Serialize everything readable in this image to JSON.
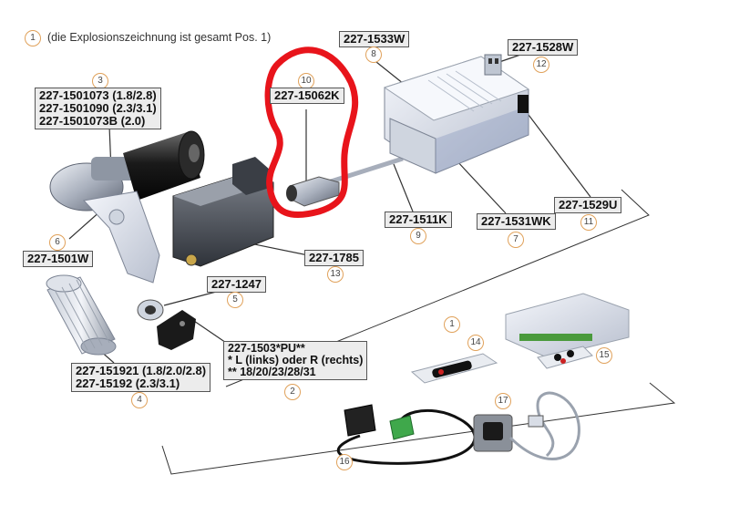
{
  "note": {
    "position": "1",
    "text": "(die Explosionszeichnung ist gesamt Pos. 1)"
  },
  "parts": {
    "p1": {
      "position": "1"
    },
    "p2": {
      "position": "2",
      "lines": [
        "227-1503*PU**",
        "* L (links) oder R (rechts)",
        "** 18/20/23/28/31"
      ]
    },
    "p3": {
      "position": "3",
      "lines": [
        "227-1501073 (1.8/2.8)",
        "227-1501090 (2.3/3.1)",
        "227-1501073B (2.0)"
      ]
    },
    "p4": {
      "position": "4",
      "lines": [
        "227-151921 (1.8/2.0/2.8)",
        "227-15192 (2.3/3.1)"
      ]
    },
    "p5": {
      "position": "5",
      "code": "227-1247"
    },
    "p6": {
      "position": "6",
      "code": "227-1501W"
    },
    "p7": {
      "position": "7",
      "code": "227-1531WK"
    },
    "p8": {
      "position": "8",
      "code": "227-1533W"
    },
    "p9": {
      "position": "9",
      "code": "227-1511K"
    },
    "p10": {
      "position": "10",
      "code": "227-15062K"
    },
    "p11": {
      "position": "11",
      "code": "227-1529U"
    },
    "p12": {
      "position": "12",
      "code": "227-1528W"
    },
    "p13": {
      "position": "13",
      "code": "227-1785"
    },
    "p14": {
      "position": "14"
    },
    "p15": {
      "position": "15"
    },
    "p16": {
      "position": "16"
    },
    "p17": {
      "position": "17"
    }
  },
  "colors": {
    "label_bg": "#ececec",
    "label_border": "#555555",
    "position_circle": "#e0a15a",
    "highlight": "#e8141b"
  }
}
